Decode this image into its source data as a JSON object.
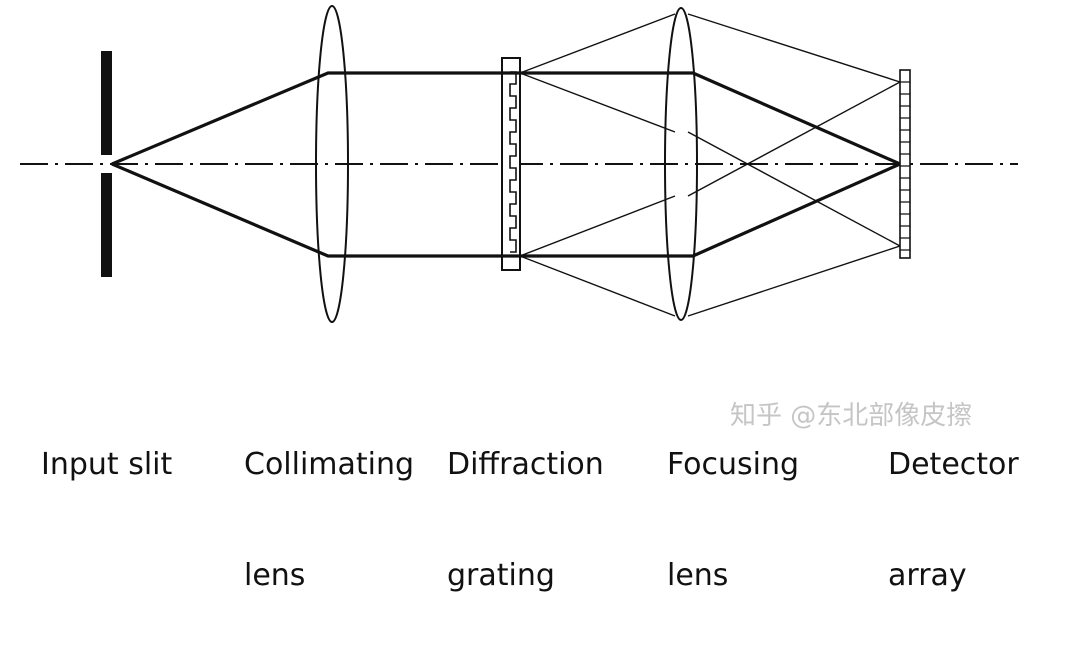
{
  "labels": {
    "input_slit": "Input slit",
    "collimating_lens": {
      "line1": "Collimating",
      "line2": "lens"
    },
    "diffraction_grating": {
      "line1": "Diffraction",
      "line2": "grating"
    },
    "focusing_lens": {
      "line1": "Focusing",
      "line2": "lens"
    },
    "detector_array": {
      "line1": "Detector",
      "line2": "array"
    }
  },
  "watermark": "知乎 @东北部像皮擦",
  "colors": {
    "stroke": "#111111",
    "background": "#ffffff",
    "watermark": "#969696"
  }
}
